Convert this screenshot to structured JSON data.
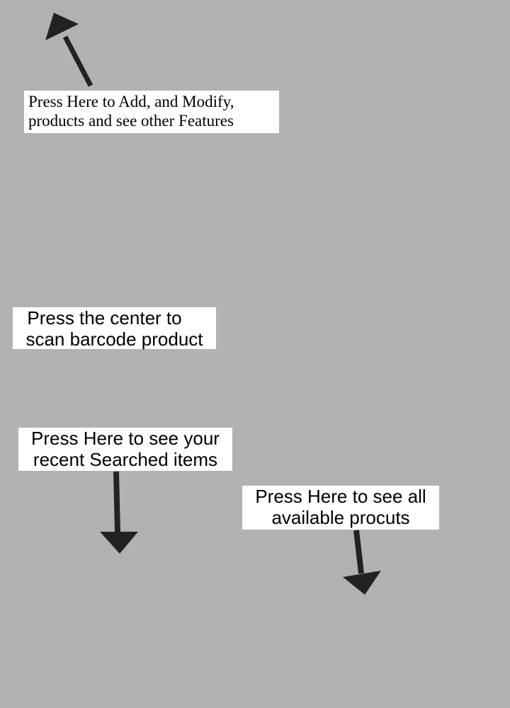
{
  "tips": {
    "menu": {
      "line1": "Press Here to Add, and Modify,",
      "line2": "products and see other Features"
    },
    "scan": {
      "line1": "Press the center to",
      "line2": "scan barcode product"
    },
    "recent": {
      "line1": "Press Here to see your",
      "line2": "recent Searched items"
    },
    "all": {
      "line1": "Press Here to see all",
      "line2": "available procuts"
    }
  },
  "colors": {
    "background": "#b2b2b2",
    "arrow": "#222222",
    "label_bg": "#ffffff"
  },
  "icons": [
    "arrow-up-left-icon",
    "arrow-down-icon",
    "arrow-down-icon"
  ]
}
